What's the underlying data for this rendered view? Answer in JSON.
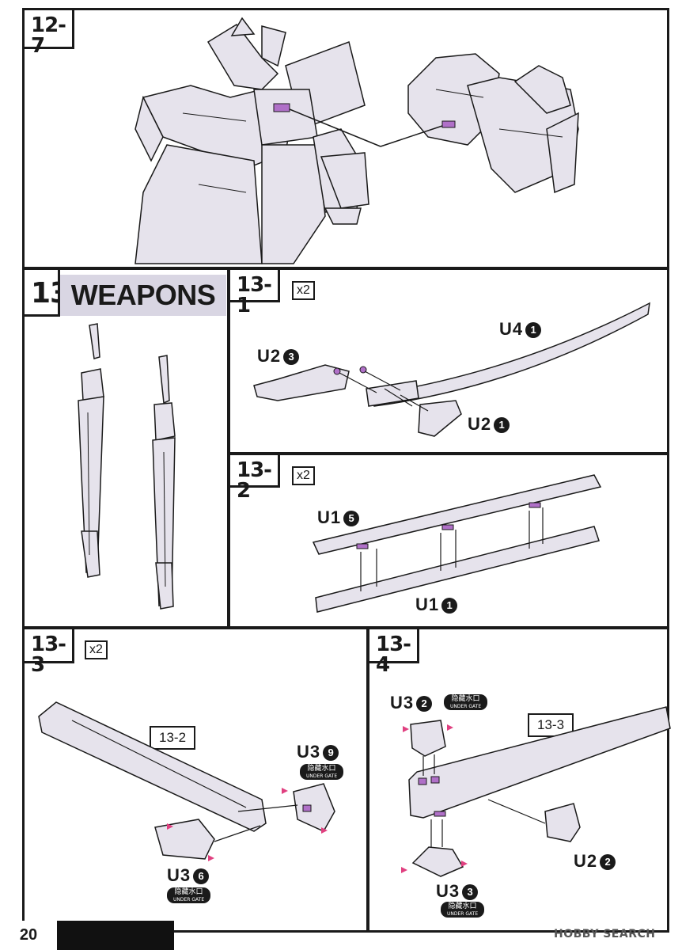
{
  "steps": {
    "s12_7": {
      "label": "12-7"
    },
    "s13": {
      "number": "13",
      "title": "WEAPONS"
    },
    "s13_1": {
      "label": "13-1",
      "multiplier": "x2",
      "parts": [
        {
          "code": "U4",
          "num": "1"
        },
        {
          "code": "U2",
          "num": "3"
        },
        {
          "code": "U2",
          "num": "1"
        }
      ]
    },
    "s13_2": {
      "label": "13-2",
      "multiplier": "x2",
      "parts": [
        {
          "code": "U1",
          "num": "5"
        },
        {
          "code": "U1",
          "num": "1"
        }
      ]
    },
    "s13_3": {
      "label": "13-3",
      "multiplier": "x2",
      "ref": "13-2",
      "parts": [
        {
          "code": "U3",
          "num": "9"
        },
        {
          "code": "U3",
          "num": "6"
        }
      ]
    },
    "s13_4": {
      "label": "13-4",
      "ref": "13-3",
      "parts": [
        {
          "code": "U3",
          "num": "2"
        },
        {
          "code": "U2",
          "num": "2"
        },
        {
          "code": "U3",
          "num": "3"
        }
      ]
    }
  },
  "gate_note": {
    "cn": "隐藏水口",
    "en": "UNDER GATE"
  },
  "footer": {
    "page": "20",
    "watermark": "HOBBY SEARCH"
  },
  "colors": {
    "accent": "#b070c8",
    "part_fill": "#e6e3ec",
    "outline": "#1a1a1a",
    "title_bg": "#d9d6e3"
  }
}
